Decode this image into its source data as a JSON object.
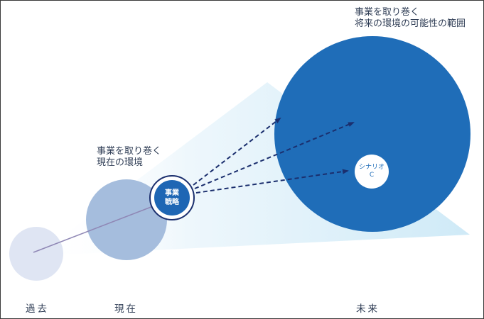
{
  "labels": {
    "future_env": [
      "事業を取り巻く",
      "将来の環境の可能性の範囲"
    ],
    "present_env": [
      "事業を取り巻く",
      "現在の環境"
    ]
  },
  "strategy": [
    "事業",
    "戦略"
  ],
  "scenario": [
    "シナリオ",
    "C"
  ],
  "timeline": {
    "past": "過去",
    "present": "現在",
    "future": "未来"
  },
  "colors": {
    "past_circle": "#dfe5f3",
    "present_circle": "#a5bddd",
    "future_circle": "#1f6db8",
    "strategy": "#1e66b4",
    "arrow": "#1b2f6e",
    "text": "#2f3d55"
  }
}
